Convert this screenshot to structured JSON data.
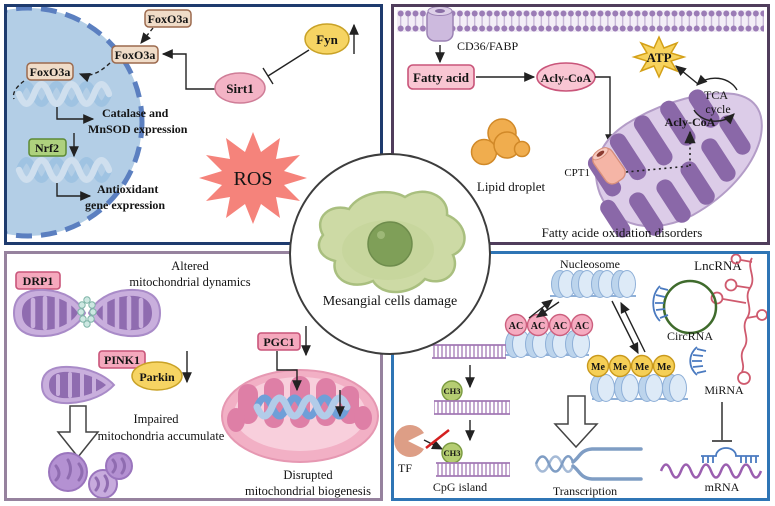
{
  "center": {
    "label": "Mesangial cells damage"
  },
  "top_left": {
    "foxo3a": "FoxO3a",
    "catalase_line1": "Catalase and",
    "catalase_line2": "MnSOD expression",
    "nrf2": "Nrf2",
    "antioxidant_line1": "Antioxidant",
    "antioxidant_line2": "gene expression",
    "ros": "ROS",
    "sirt1": "Sirt1",
    "fyn": "Fyn"
  },
  "top_right": {
    "cd36": "CD36/FABP",
    "fatty_acid": "Fatty acid",
    "acyl_coa": "Acly-CoA",
    "atp": "ATP",
    "tca_line1": "TCA",
    "tca_line2": "cycle",
    "acyl_coa_inner": "Acly-CoA",
    "cpt1": "CPT1",
    "lipid_droplet": "Lipid droplet",
    "caption": "Fatty acide oxidation disorders"
  },
  "bottom_left": {
    "drp1": "DRP1",
    "altered_line1": "Altered",
    "altered_line2": "mitochondrial dynamics",
    "pink1": "PINK1",
    "parkin": "Parkin",
    "impaired_line1": "Impaired",
    "impaired_line2": "mitochondria accumulate",
    "pgc1": "PGC1",
    "disrupted_line1": "Disrupted",
    "disrupted_line2": "mitochondrial biogenesis"
  },
  "bottom_right": {
    "nucleosome": "Nucleosome",
    "ac": "AC",
    "me": "Me",
    "ch3": "CH3",
    "tf": "TF",
    "cpg_island": "CpG island",
    "transcription": "Transcription",
    "lncrna": "LncRNA",
    "circrna": "CircRNA",
    "mirna": "MiRNA",
    "mrna": "mRNA"
  },
  "colors": {
    "border_navy": "#1e3b6e",
    "border_purple": "#503d5c",
    "border_mauve": "#96829e",
    "border_blue": "#2f75b5",
    "ros_red": "#f5837b",
    "pink_box": "#f5a8bd",
    "yellow": "#f6d463",
    "nrf2_green": "#aed17e",
    "nucleus_blue": "#b3cee6",
    "membrane_purple": "#9b7cb6",
    "mito_purple": "#8a68a8",
    "mito_pink": "#de7fa6",
    "nucleosome_blue": "#d8e6f5",
    "ch3_green": "#b5cd72",
    "rna_red": "#cf5a6e",
    "rna_blue": "#4a7ac0",
    "mrna_purple": "#9b5fb0"
  }
}
